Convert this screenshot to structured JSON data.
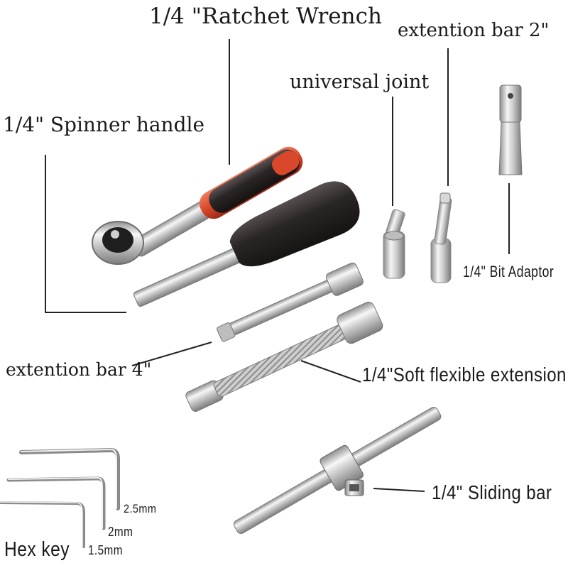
{
  "labels": {
    "ratchet_wrench": "1/4 \"Ratchet  Wrench",
    "extension_bar_2": "extention bar  2\"",
    "universal_joint": "universal  joint",
    "spinner_handle": "1/4\"  Spinner  handle",
    "bit_adaptor": "1/4\" Bit  Adaptor",
    "extension_bar_4": "extention bar  4\"",
    "soft_flexible_extension": "1/4\"Soft flexible extension",
    "sliding_bar": "1/4\"  Sliding bar",
    "hex_key": "Hex key",
    "hex_25": "2.5mm",
    "hex_2": "2mm",
    "hex_15": "1.5mm"
  },
  "colors": {
    "label_text": "#1a1a1a",
    "leader_line": "#222222",
    "handle_black": "#2b2626",
    "handle_red": "#d9482b",
    "chrome_light": "#f2f2f2",
    "chrome_dark": "#9a9a9a",
    "background": "#ffffff"
  }
}
